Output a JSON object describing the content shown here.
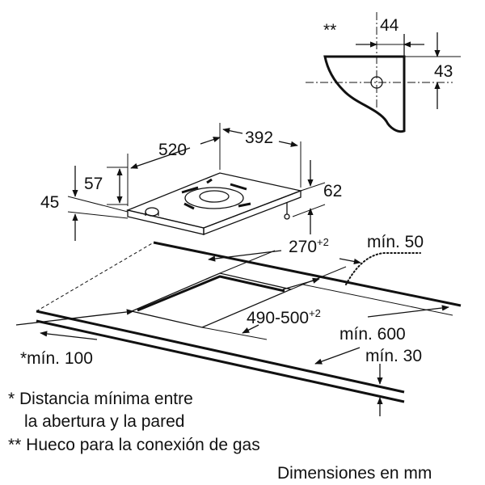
{
  "gas_detail": {
    "marker": "**",
    "dim_width": "44",
    "dim_height": "43"
  },
  "hob": {
    "dim_depth": "520",
    "dim_width": "392",
    "dim_height_57": "57",
    "dim_height_45": "45",
    "dim_height_62": "62"
  },
  "cutout": {
    "dim_depth_base": "270",
    "dim_depth_tol": "+2",
    "dim_width_base": "490-500",
    "dim_width_tol": "+2",
    "min_50": "mín. 50",
    "min_600": "mín. 600",
    "min_30": "mín. 30",
    "min_100": "*mín. 100"
  },
  "notes": {
    "line1": "* Distancia mínima entre",
    "line2": "la abertura y la pared",
    "line3": "** Hueco para la conexión de gas"
  },
  "units": "Dimensiones en mm"
}
